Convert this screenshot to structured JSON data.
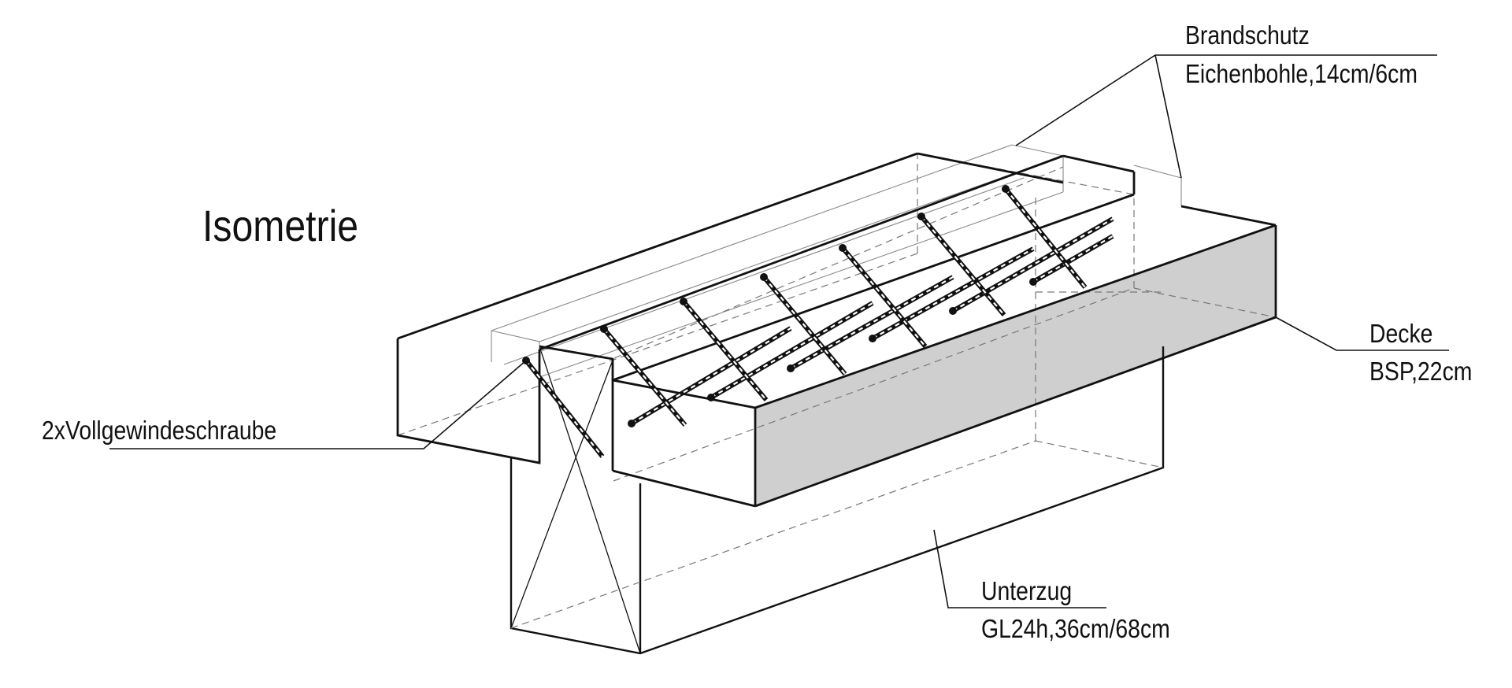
{
  "title": "Isometrie",
  "labels": {
    "fire": {
      "line1": "Brandschutz",
      "line2": "Eichenbohle,14cm/6cm"
    },
    "slab": {
      "line1": "Decke",
      "line2": "BSP,22cm"
    },
    "screw": {
      "line1": "2xVollgewindeschraube"
    },
    "beam": {
      "line1": "Unterzug",
      "line2": "GL24h,36cm/68cm"
    }
  },
  "colors": {
    "line": "#111111",
    "hidden": "#777777",
    "face_fill": "#cfcfcf",
    "background": "#ffffff"
  }
}
